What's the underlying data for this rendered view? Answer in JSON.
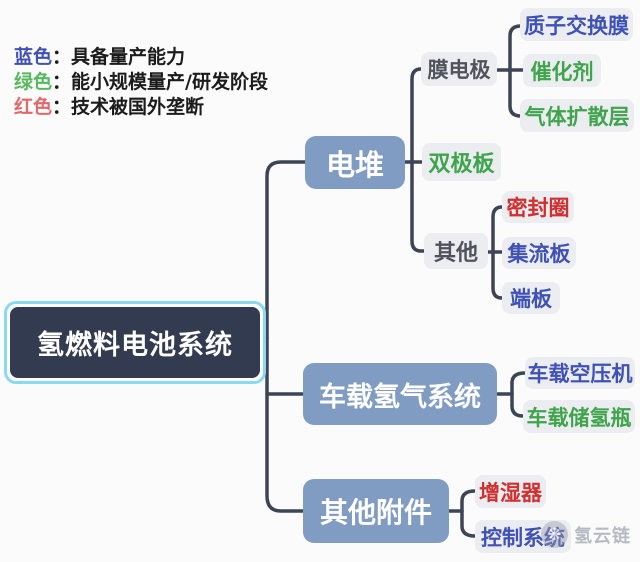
{
  "legend": {
    "items": [
      {
        "term": "蓝色",
        "desc": "：具备量产能力",
        "color": "#3f51b5",
        "meaning": "blue"
      },
      {
        "term": "绿色",
        "desc": "：能小规模量产/研发阶段",
        "color": "#5cb860",
        "meaning": "green"
      },
      {
        "term": "红色",
        "desc": "：技术被国外垄断",
        "color": "#e06a6a",
        "meaning": "red"
      }
    ]
  },
  "nodes": {
    "root": {
      "label": "氢燃料电池系统"
    },
    "stack": {
      "label": "电堆"
    },
    "mea": {
      "label": "膜电极",
      "category": "dark"
    },
    "pem": {
      "label": "质子交换膜",
      "category": "blue"
    },
    "catalyst": {
      "label": "催化剂",
      "category": "green"
    },
    "gdl": {
      "label": "气体扩散层",
      "category": "green"
    },
    "bipolar": {
      "label": "双极板",
      "category": "green"
    },
    "others": {
      "label": "其他",
      "category": "dark"
    },
    "seal": {
      "label": "密封圈",
      "category": "red"
    },
    "collector": {
      "label": "集流板",
      "category": "blue"
    },
    "endplate": {
      "label": "端板",
      "category": "blue"
    },
    "h2system": {
      "label": "车载氢气系统"
    },
    "compressor": {
      "label": "车载空压机",
      "category": "blue"
    },
    "h2tank": {
      "label": "车载储氢瓶",
      "category": "green"
    },
    "accessories": {
      "label": "其他附件"
    },
    "humidifier": {
      "label": "增湿器",
      "category": "red"
    },
    "control": {
      "label": "控制系统",
      "category": "blue"
    }
  },
  "watermark": {
    "name": "氢云链"
  },
  "palette": {
    "root_bg": "#323b4f",
    "root_border": "#89d9f2",
    "branch_bg": "#819cc3",
    "leaf_bg": "#ebedf1",
    "connector": "#3d4456",
    "blue_text": "#3f51b5",
    "green_text": "#3fa44c",
    "red_text": "#d03030",
    "dark_text": "#50525c"
  }
}
